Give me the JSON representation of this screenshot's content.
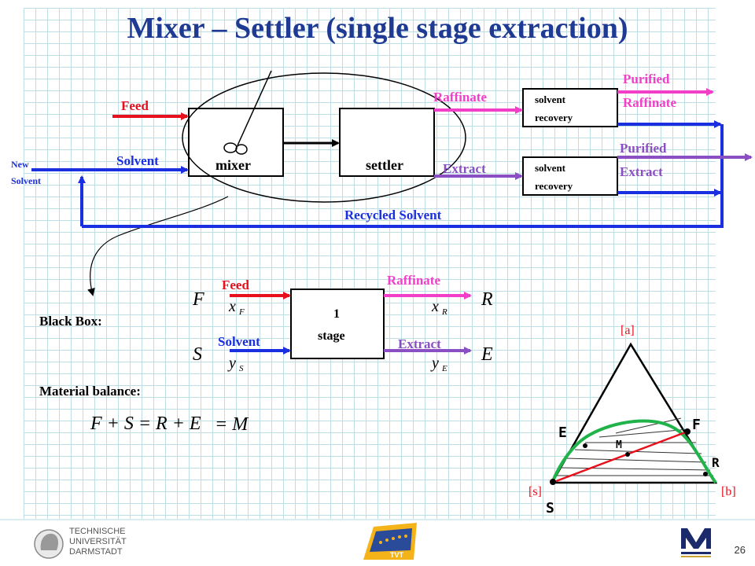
{
  "title": "Mixer – Settler (single stage extraction)",
  "flowsheet": {
    "feed": "Feed",
    "solvent": "Solvent",
    "new_solvent_line1": "New",
    "new_solvent_line2": "Solvent",
    "mixer": "mixer",
    "settler": "settler",
    "raffinate": "Raffinate",
    "extract": "Extract",
    "recovery1_line1": "solvent",
    "recovery1_line2": "recovery",
    "recovery2_line1": "solvent",
    "recovery2_line2": "recovery",
    "purified_raffinate_line1": "Purified",
    "purified_raffinate_line2": "Raffinate",
    "purified_extract_line1": "Purified",
    "purified_extract_line2": "Extract",
    "recycled_solvent": "Recycled Solvent"
  },
  "black_box": {
    "label": "Black Box:",
    "stage_line1": "1",
    "stage_line2": "stage",
    "feed": "Feed",
    "solvent": "Solvent",
    "raffinate": "Raffinate",
    "extract": "Extract",
    "F": "F",
    "xF": "x",
    "xF_sub": "F",
    "S": "S",
    "yS": "y",
    "yS_sub": "S",
    "R": "R",
    "xR": "x",
    "xR_sub": "R",
    "E": "E",
    "yE": "y",
    "yE_sub": "E"
  },
  "material_balance": {
    "label": "Material balance:",
    "equation": "F + S = R + E",
    "equals_m": "= M"
  },
  "triangle": {
    "top": "[a]",
    "left": "[s]",
    "right": "[b]",
    "E": "E",
    "F": "F",
    "M": "M",
    "R": "R",
    "S": "S"
  },
  "footer": {
    "tud_line1": "TECHNISCHE",
    "tud_line2": "UNIVERSITÄT",
    "tud_line3": "DARMSTADT",
    "tvt": "TVT",
    "page_number": "26"
  },
  "colors": {
    "title": "#1f3a93",
    "feed": "#e8101d",
    "solvent": "#1a2fe0",
    "raffinate": "#f23fc8",
    "extract": "#8a4fc2",
    "binodal": "#1fb34a",
    "tie_line_red": "#e8101d"
  }
}
